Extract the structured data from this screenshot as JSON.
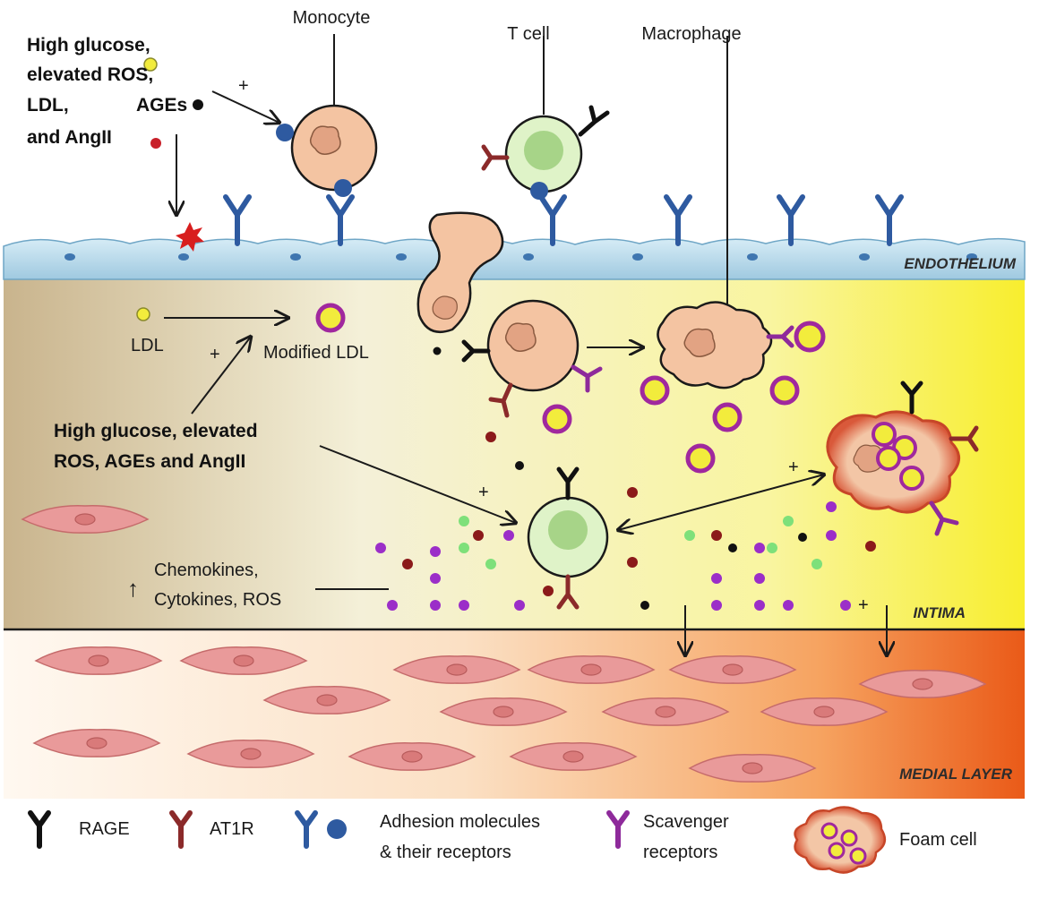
{
  "labels": {
    "monocyte": "Monocyte",
    "tcell": "T cell",
    "macrophage": "Macrophage",
    "stim1_line1": "High glucose,",
    "stim1_line2": "elevated ROS,",
    "stim1_line3_a": "LDL,",
    "stim1_line3_b": "AGEs",
    "stim1_line4": "and AngII",
    "ldl": "LDL",
    "modified_ldl": "Modified LDL",
    "stim2_line1": "High glucose, elevated",
    "stim2_line2": "ROS, AGEs and AngII",
    "chem_line1": "Chemokines,",
    "chem_line2": "Cytokines, ROS",
    "plus": "+",
    "arrow_up": "↑"
  },
  "layers": {
    "endothelium": "ENDOTHELIUM",
    "intima": "INTIMA",
    "medial": "MEDIAL LAYER"
  },
  "legend": {
    "rage": "RAGE",
    "at1r": "AT1R",
    "adhesion_line1": "Adhesion molecules",
    "adhesion_line2": "& their receptors",
    "scavenger_line1": "Scavenger",
    "scavenger_line2": "receptors",
    "foam": "Foam cell"
  },
  "colors": {
    "rage": "#111111",
    "at1r": "#8b2a2a",
    "adhesion": "#2e5aa0",
    "scavenger": "#8e2a9b",
    "ldl": "#f2ec3c",
    "ldl_modified_ring": "#a0289e",
    "ros_dot": "#8b1a1a",
    "chemokine_green": "#7ee07a",
    "cytokine_purple": "#9b2ec8"
  }
}
